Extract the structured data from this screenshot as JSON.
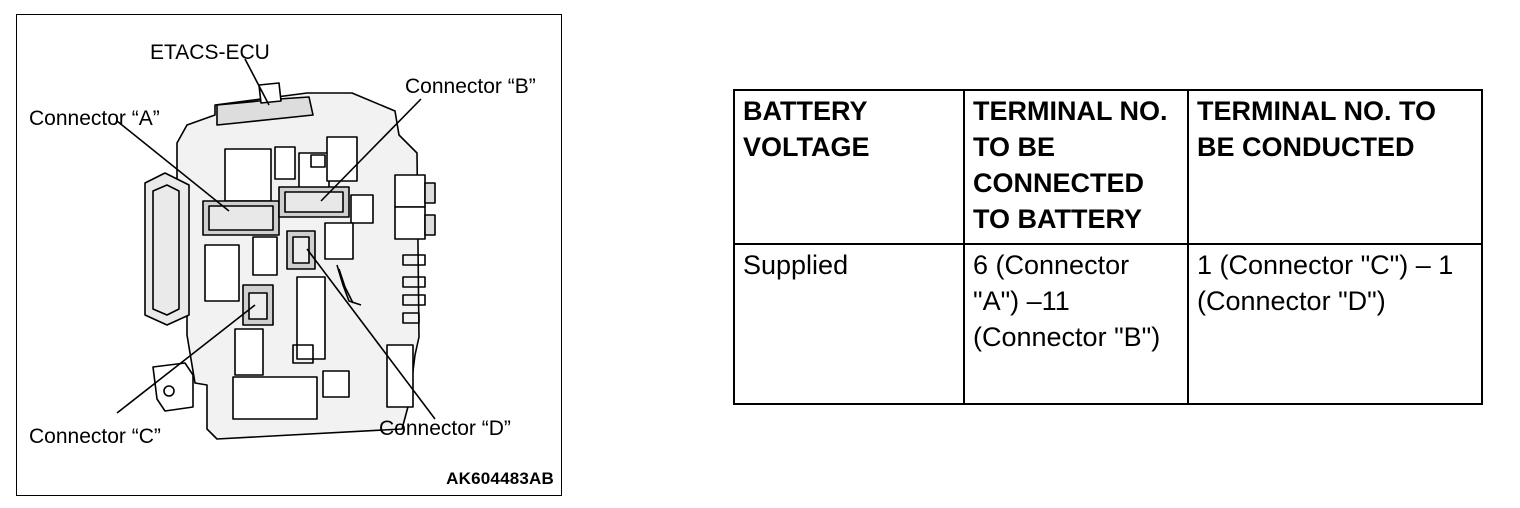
{
  "figure": {
    "labels": {
      "ecu": "ETACS-ECU",
      "conn_a": "Connector “A”",
      "conn_b": "Connector “B”",
      "conn_c": "Connector “C”",
      "conn_d": "Connector “D”"
    },
    "figure_id": "AK604483AB"
  },
  "table": {
    "headers": [
      "BATTERY VOLTAGE",
      "TERMINAL NO. TO BE CONNECTED TO BATTERY",
      "TERMINAL NO. TO BE CONDUCTED"
    ],
    "rows": [
      [
        "Supplied",
        "6 (Connector \"A\") –11 (Connector \"B\")",
        "1 (Connector \"C\") – 1 (Connector \"D\")"
      ]
    ]
  }
}
